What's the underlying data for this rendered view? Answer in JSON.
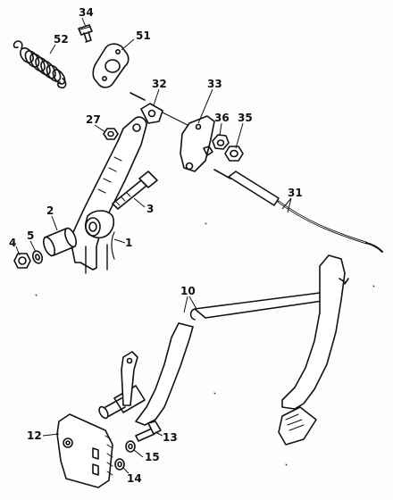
{
  "diagram": {
    "labels": [
      {
        "id": "34",
        "text": "34"
      },
      {
        "id": "52",
        "text": "52"
      },
      {
        "id": "51",
        "text": "51"
      },
      {
        "id": "32",
        "text": "32"
      },
      {
        "id": "33",
        "text": "33"
      },
      {
        "id": "27",
        "text": "27"
      },
      {
        "id": "36",
        "text": "36"
      },
      {
        "id": "35",
        "text": "35"
      },
      {
        "id": "31",
        "text": "31"
      },
      {
        "id": "2",
        "text": "2"
      },
      {
        "id": "3",
        "text": "3"
      },
      {
        "id": "4",
        "text": "4"
      },
      {
        "id": "5",
        "text": "5"
      },
      {
        "id": "1",
        "text": "1"
      },
      {
        "id": "10",
        "text": "10"
      },
      {
        "id": "12",
        "text": "12"
      },
      {
        "id": "13",
        "text": "13"
      },
      {
        "id": "15",
        "text": "15"
      },
      {
        "id": "14",
        "text": "14"
      }
    ]
  }
}
